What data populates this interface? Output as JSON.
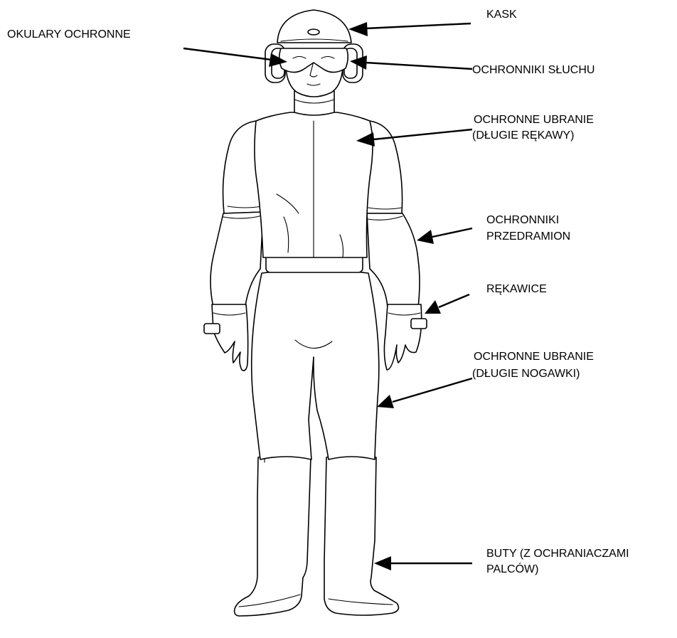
{
  "diagram": {
    "labels": {
      "kask": "KASK",
      "okulary": "OKULARY OCHRONNE",
      "ochronniki_sluchu": "OCHRONNIKI SŁUCHU",
      "ubranie_rekawy_line1": "OCHRONNE UBRANIE",
      "ubranie_rekawy_line2": "(DŁUGIE RĘKAWY)",
      "przedramion_line1": "OCHRONNIKI",
      "przedramion_line2": "PRZEDRAMION",
      "rekawice": "RĘKAWICE",
      "ubranie_nogawki_line1": "OCHRONNE UBRANIE",
      "ubranie_nogawki_line2": "(DŁUGIE NOGAWKI)",
      "buty_line1": "BUTY (Z OCHRANIACZAMI",
      "buty_line2": "PALCÓW)"
    }
  }
}
